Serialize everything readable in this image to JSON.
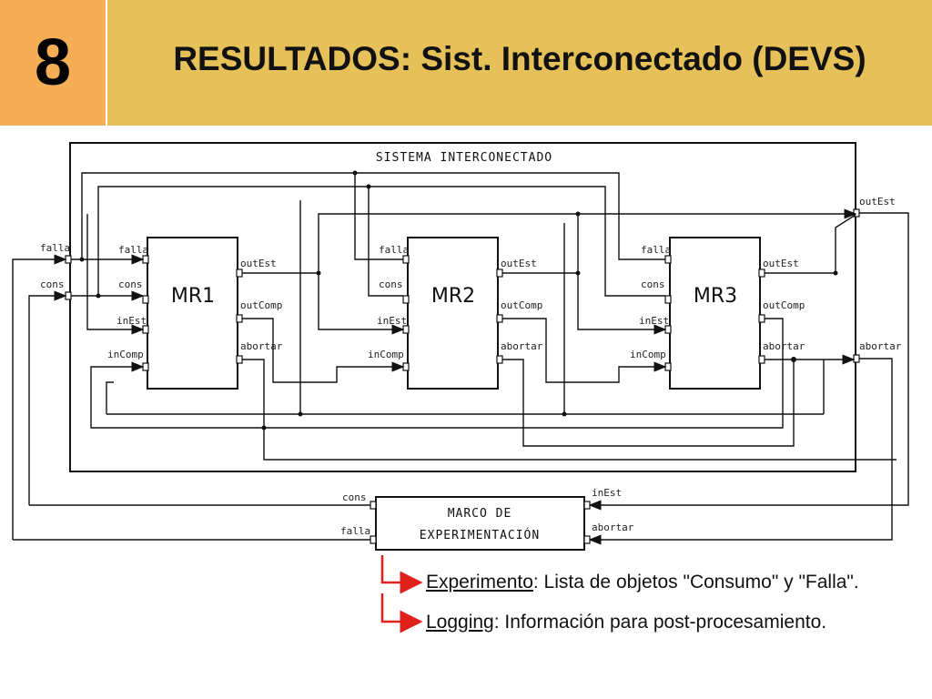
{
  "slide": {
    "number": "8",
    "title": "RESULTADOS: Sist. Interconectado (DEVS)"
  },
  "diagram": {
    "system_title": "SISTEMA INTERCONECTADO",
    "ext_in_falla": "falla",
    "ext_in_cons": "cons",
    "ext_out_outEst": "outEst",
    "ext_out_abortar": "abortar",
    "modules": [
      {
        "name": "MR1",
        "in": [
          "falla",
          "cons",
          "inEst",
          "inComp"
        ],
        "out": [
          "outEst",
          "outComp",
          "abortar"
        ]
      },
      {
        "name": "MR2",
        "in": [
          "falla",
          "cons",
          "inEst",
          "inComp"
        ],
        "out": [
          "outEst",
          "outComp",
          "abortar"
        ]
      },
      {
        "name": "MR3",
        "in": [
          "falla",
          "cons",
          "inEst",
          "inComp"
        ],
        "out": [
          "outEst",
          "outComp",
          "abortar"
        ]
      }
    ],
    "frame": {
      "line1": "MARCO DE",
      "line2": "EXPERIMENTACIÓN",
      "out_cons": "cons",
      "out_falla": "falla",
      "in_inEst": "inEst",
      "in_abortar": "abortar"
    }
  },
  "notes": [
    {
      "term": "Experimento",
      "text": ": Lista de objetos \"Consumo\" y \"Falla\"."
    },
    {
      "term": "Logging",
      "text": ": Información para post-procesamiento."
    }
  ],
  "colors": {
    "number_bg": "#f5ad56",
    "title_bg": "#e6c15a",
    "arrow_red": "#e0211b"
  }
}
